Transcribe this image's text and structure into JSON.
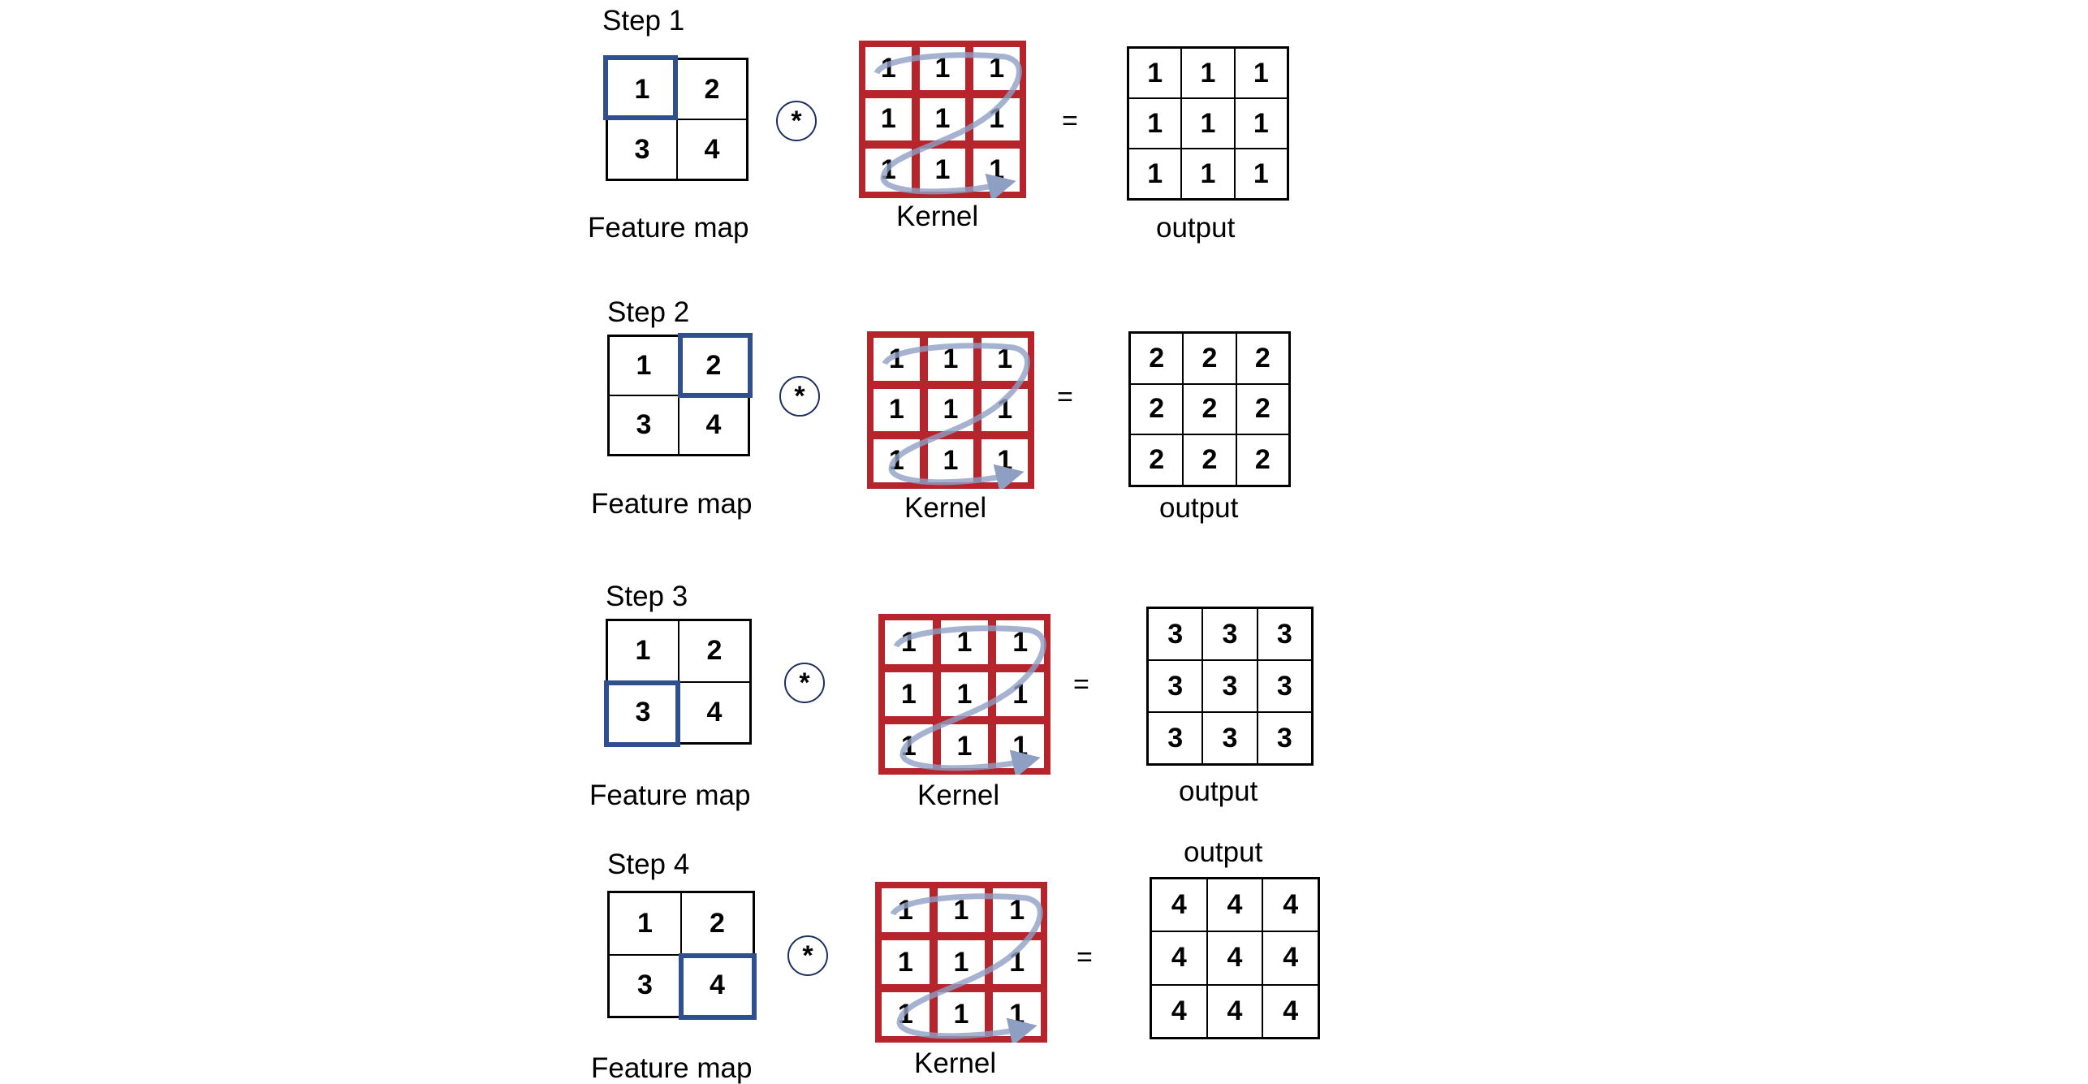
{
  "steps": [
    {
      "title": "Step 1",
      "feature_map": {
        "label": "Feature map",
        "values": [
          "1",
          "2",
          "3",
          "4"
        ],
        "highlighted": "1"
      },
      "operator": "*",
      "kernel": {
        "label": "Kernel",
        "values": [
          "1",
          "1",
          "1",
          "1",
          "1",
          "1",
          "1",
          "1",
          "1"
        ]
      },
      "equals": "=",
      "output": {
        "label": "output",
        "values": [
          "1",
          "1",
          "1",
          "1",
          "1",
          "1",
          "1",
          "1",
          "1"
        ]
      }
    },
    {
      "title": "Step 2",
      "feature_map": {
        "label": "Feature map",
        "values": [
          "1",
          "2",
          "3",
          "4"
        ],
        "highlighted": "2"
      },
      "operator": "*",
      "kernel": {
        "label": "Kernel",
        "values": [
          "1",
          "1",
          "1",
          "1",
          "1",
          "1",
          "1",
          "1",
          "1"
        ]
      },
      "equals": "=",
      "output": {
        "label": "output",
        "values": [
          "2",
          "2",
          "2",
          "2",
          "2",
          "2",
          "2",
          "2",
          "2"
        ]
      }
    },
    {
      "title": "Step 3",
      "feature_map": {
        "label": "Feature map",
        "values": [
          "1",
          "2",
          "3",
          "4"
        ],
        "highlighted": "3"
      },
      "operator": "*",
      "kernel": {
        "label": "Kernel",
        "values": [
          "1",
          "1",
          "1",
          "1",
          "1",
          "1",
          "1",
          "1",
          "1"
        ]
      },
      "equals": "=",
      "output": {
        "label": "output",
        "values": [
          "3",
          "3",
          "3",
          "3",
          "3",
          "3",
          "3",
          "3",
          "3"
        ]
      }
    },
    {
      "title": "Step 4",
      "feature_map": {
        "label": "Feature map",
        "values": [
          "1",
          "2",
          "3",
          "4"
        ],
        "highlighted": "4"
      },
      "operator": "*",
      "kernel": {
        "label": "Kernel",
        "values": [
          "1",
          "1",
          "1",
          "1",
          "1",
          "1",
          "1",
          "1",
          "1"
        ]
      },
      "equals": "=",
      "output": {
        "label": "output",
        "values": [
          "4",
          "4",
          "4",
          "4",
          "4",
          "4",
          "4",
          "4",
          "4"
        ]
      }
    }
  ],
  "colors": {
    "kernel_border": "#b5252b",
    "highlight_border": "#2f4f8f",
    "scan_arrow": "#8e9fc4"
  }
}
